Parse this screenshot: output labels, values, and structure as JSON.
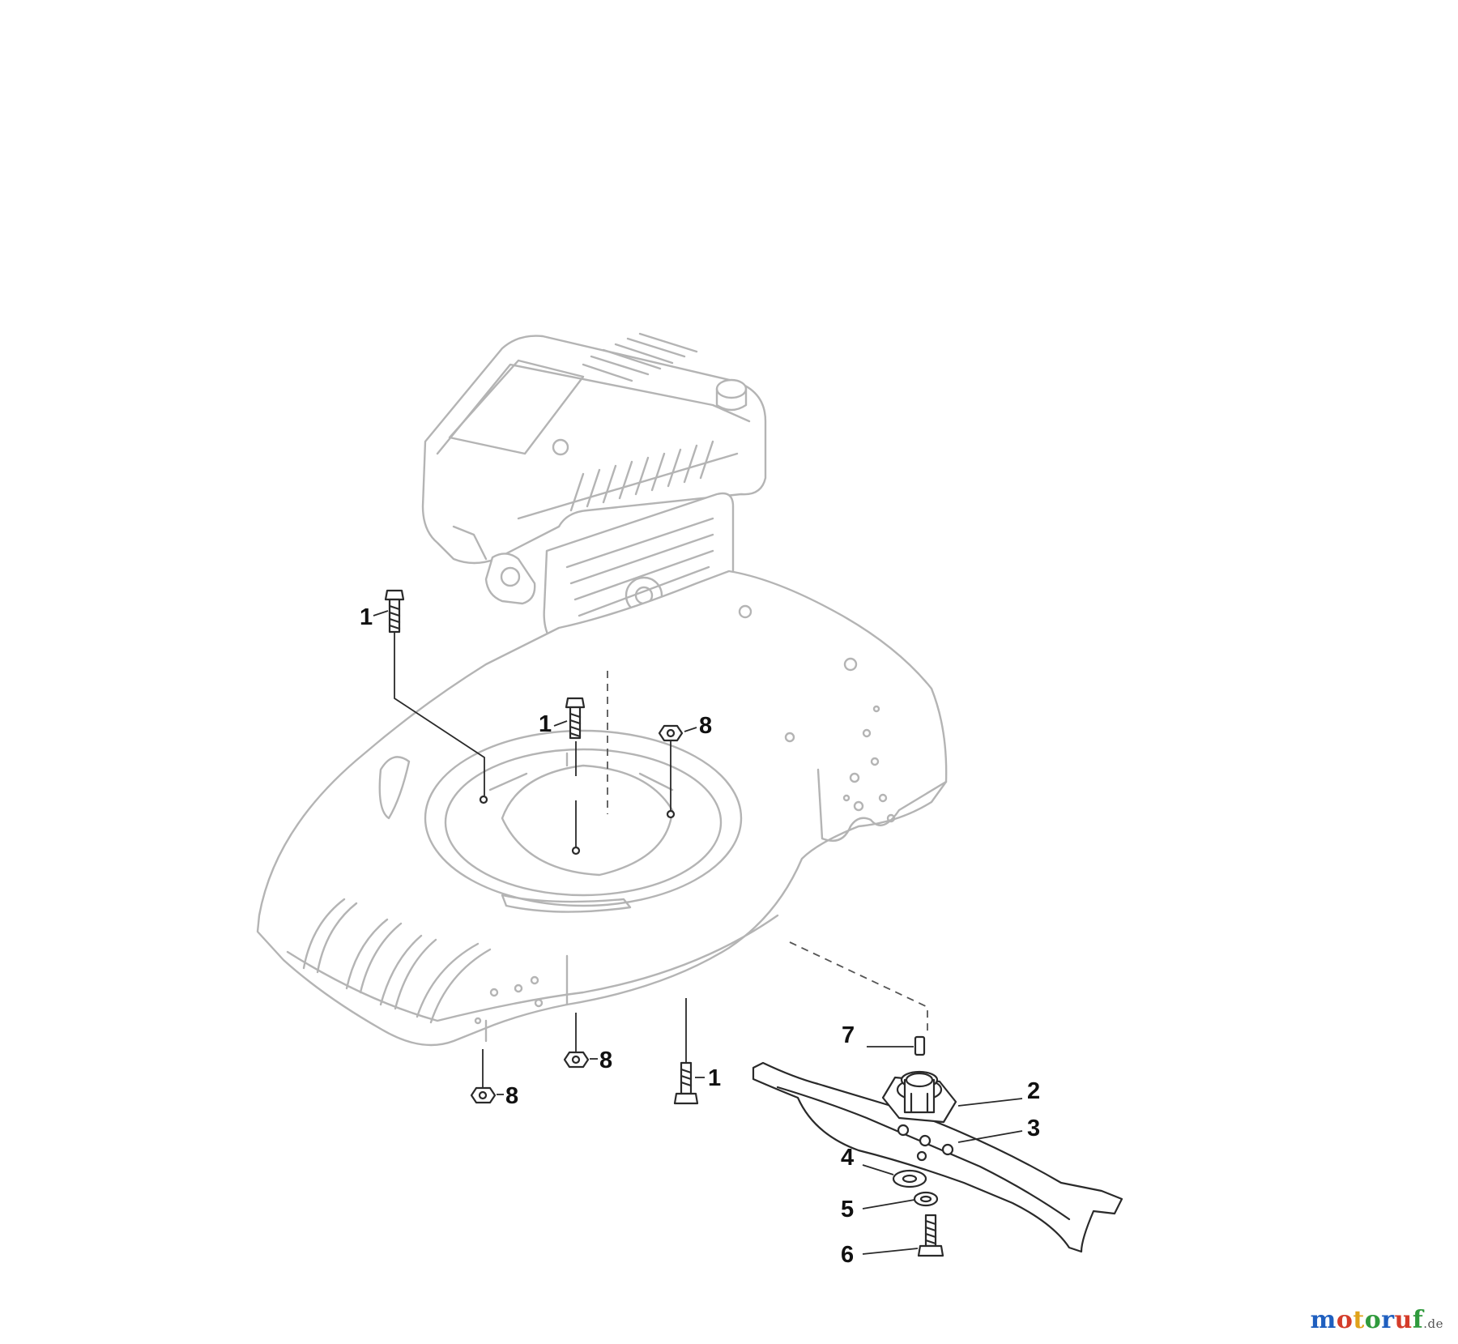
{
  "diagram": {
    "callouts": {
      "c1a": "1",
      "c1b": "1",
      "c1c": "1",
      "c8a": "8",
      "c8b": "8",
      "c8c": "8",
      "c7": "7",
      "c2": "2",
      "c3": "3",
      "c4": "4",
      "c5": "5",
      "c6": "6"
    }
  },
  "watermark": {
    "text": "motoruf",
    "suffix": ".de",
    "colors": [
      "#1f5fbf",
      "#d43c2a",
      "#e0a21a",
      "#2f9a3c",
      "#1f5fbf",
      "#d43c2a",
      "#2f9a3c"
    ]
  }
}
